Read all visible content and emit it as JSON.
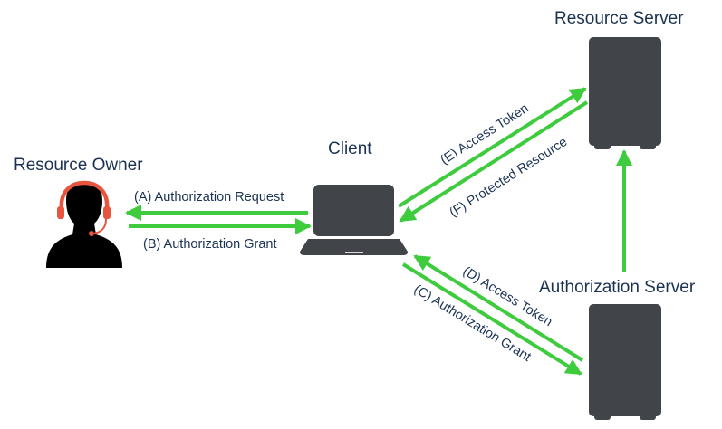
{
  "diagram": {
    "colors": {
      "arrow": "#3ecb3e",
      "text": "#1a3252",
      "device": "#414448",
      "headset": "#e8553f",
      "person": "#000000"
    },
    "nodes": {
      "resource_owner": {
        "label": "Resource Owner",
        "icon": "person-headset-icon"
      },
      "client": {
        "label": "Client",
        "icon": "laptop-icon"
      },
      "resource_server": {
        "label": "Resource Server",
        "icon": "server-icon"
      },
      "authorization_server": {
        "label": "Authorization Server",
        "icon": "server-icon"
      }
    },
    "edges": [
      {
        "id": "A",
        "label": "(A) Authorization Request",
        "from": "Client",
        "to": "Resource Owner"
      },
      {
        "id": "B",
        "label": "(B) Authorization Grant",
        "from": "Resource Owner",
        "to": "Client"
      },
      {
        "id": "C",
        "label": "(C) Authorization Grant",
        "from": "Client",
        "to": "Authorization Server"
      },
      {
        "id": "D",
        "label": "(D) Access Token",
        "from": "Authorization Server",
        "to": "Client"
      },
      {
        "id": "E",
        "label": "(E) Access Token",
        "from": "Client",
        "to": "Resource Server"
      },
      {
        "id": "F",
        "label": "(F) Protected Resource",
        "from": "Resource Server",
        "to": "Client"
      },
      {
        "id": "G",
        "label": "",
        "from": "Authorization Server",
        "to": "Resource Server"
      }
    ]
  }
}
